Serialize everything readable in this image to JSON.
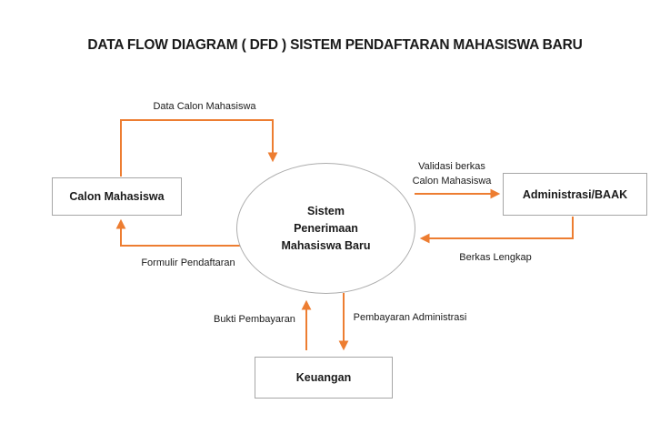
{
  "diagram": {
    "title": "DATA FLOW DIAGRAM ( DFD ) SISTEM PENDAFTARAN MAHASISWA BARU",
    "process": {
      "lines": [
        "Sistem",
        "Penerimaan",
        "Mahasiswa Baru"
      ]
    },
    "entities": {
      "calon": {
        "label": "Calon Mahasiswa"
      },
      "administrasi": {
        "label": "Administrasi/BAAK"
      },
      "keuangan": {
        "label": "Keuangan"
      }
    },
    "flows": {
      "data_calon": {
        "label": "Data Calon Mahasiswa",
        "from": "Calon Mahasiswa",
        "to": "Sistem Penerimaan Mahasiswa Baru"
      },
      "formulir": {
        "label": "Formulir Pendaftaran",
        "from": "Sistem Penerimaan Mahasiswa Baru",
        "to": "Calon Mahasiswa"
      },
      "validasi": {
        "label_line1": "Validasi berkas",
        "label_line2": "Calon Mahasiswa",
        "from": "Sistem Penerimaan Mahasiswa Baru",
        "to": "Administrasi/BAAK"
      },
      "berkas": {
        "label": "Berkas Lengkap",
        "from": "Administrasi/BAAK",
        "to": "Sistem Penerimaan Mahasiswa Baru"
      },
      "bukti": {
        "label": "Bukti Pembayaran",
        "from": "Keuangan",
        "to": "Sistem Penerimaan Mahasiswa Baru"
      },
      "pembayaran": {
        "label": "Pembayaran Administrasi",
        "from": "Sistem Penerimaan Mahasiswa Baru",
        "to": "Keuangan"
      }
    },
    "colors": {
      "arrow": "#ED7D31",
      "node_border": "#A6A6A6",
      "text": "#1A1A1A",
      "background": "#FFFFFF"
    }
  }
}
